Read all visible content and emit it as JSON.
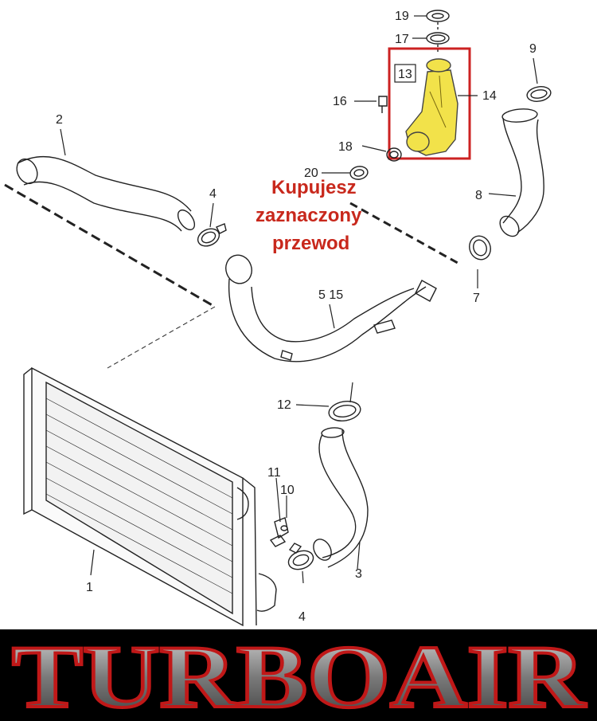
{
  "callouts": [
    {
      "id": "1",
      "text": "1"
    },
    {
      "id": "2",
      "text": "2"
    },
    {
      "id": "3",
      "text": "3"
    },
    {
      "id": "4a",
      "text": "4"
    },
    {
      "id": "4b",
      "text": "4"
    },
    {
      "id": "5",
      "text": "5 15"
    },
    {
      "id": "7",
      "text": "7"
    },
    {
      "id": "8",
      "text": "8"
    },
    {
      "id": "9",
      "text": "9"
    },
    {
      "id": "10",
      "text": "10"
    },
    {
      "id": "11",
      "text": "11"
    },
    {
      "id": "12",
      "text": "12"
    },
    {
      "id": "13",
      "text": "13"
    },
    {
      "id": "14",
      "text": "14"
    },
    {
      "id": "16",
      "text": "16"
    },
    {
      "id": "17",
      "text": "17"
    },
    {
      "id": "18",
      "text": "18"
    },
    {
      "id": "19",
      "text": "19"
    },
    {
      "id": "20",
      "text": "20"
    }
  ],
  "promo": {
    "line1": "Kupujesz",
    "line2": "zaznaczony",
    "line3": "przewod",
    "color": "#c8281c"
  },
  "highlight": {
    "part": "13",
    "box_color": "#cc2222",
    "fill_color": "#f2e24a"
  },
  "brand": {
    "text": "TURBOAIR",
    "outline_color": "#c01818",
    "fill_color": "#8a8a8a",
    "background": "#000000"
  }
}
